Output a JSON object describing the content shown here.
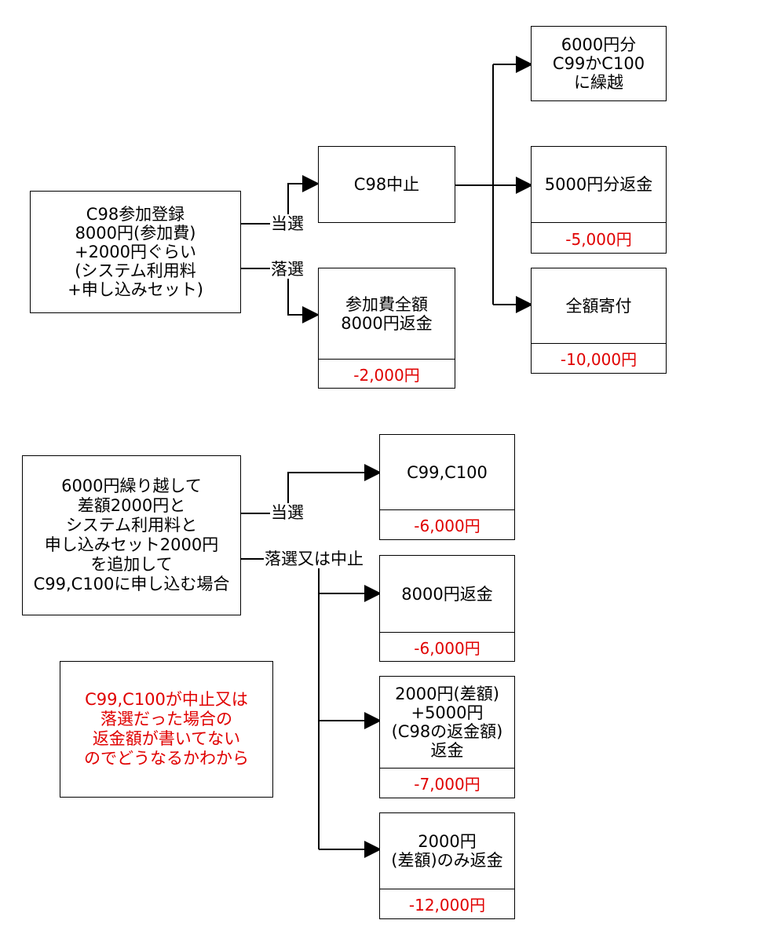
{
  "top": {
    "start": "C98参加登録\n8000円(参加費)\n+2000円ぐらい\n(システム利用料\n+申し込みセット)",
    "win_label": "当選",
    "lose_label": "落選",
    "cancel": "C98中止",
    "refund_full": {
      "text": "参加費全額\n8000円返金",
      "amount": "-2,000円"
    },
    "carry": "6000円分\nC99かC100\nに繰越",
    "refund_5000": {
      "text": "5000円分返金",
      "amount": "-5,000円"
    },
    "donate": {
      "text": "全額寄付",
      "amount": "-10,000円"
    }
  },
  "bottom": {
    "start": "6000円繰り越して\n差額2000円と\nシステム利用料と\n申し込みセット2000円\nを追加して\nC99,C100に申し込む場合",
    "win_label": "当選",
    "lose_label": "落選又は中止",
    "c99": {
      "text": "C99,C100",
      "amount": "-6,000円"
    },
    "refund_8000": {
      "text": "8000円返金",
      "amount": "-6,000円"
    },
    "refund_diff": {
      "text": "2000円(差額)\n+5000円\n(C98の返金額)\n返金",
      "amount": "-7,000円"
    },
    "refund_2000": {
      "text": "2000円\n(差額)のみ返金",
      "amount": "-12,000円"
    },
    "note": "C99,C100が中止又は\n落選だった場合の\n返金額が書いてない\nのでどうなるかわから"
  },
  "colors": {
    "line": "#000000",
    "amount": "#e00000"
  }
}
